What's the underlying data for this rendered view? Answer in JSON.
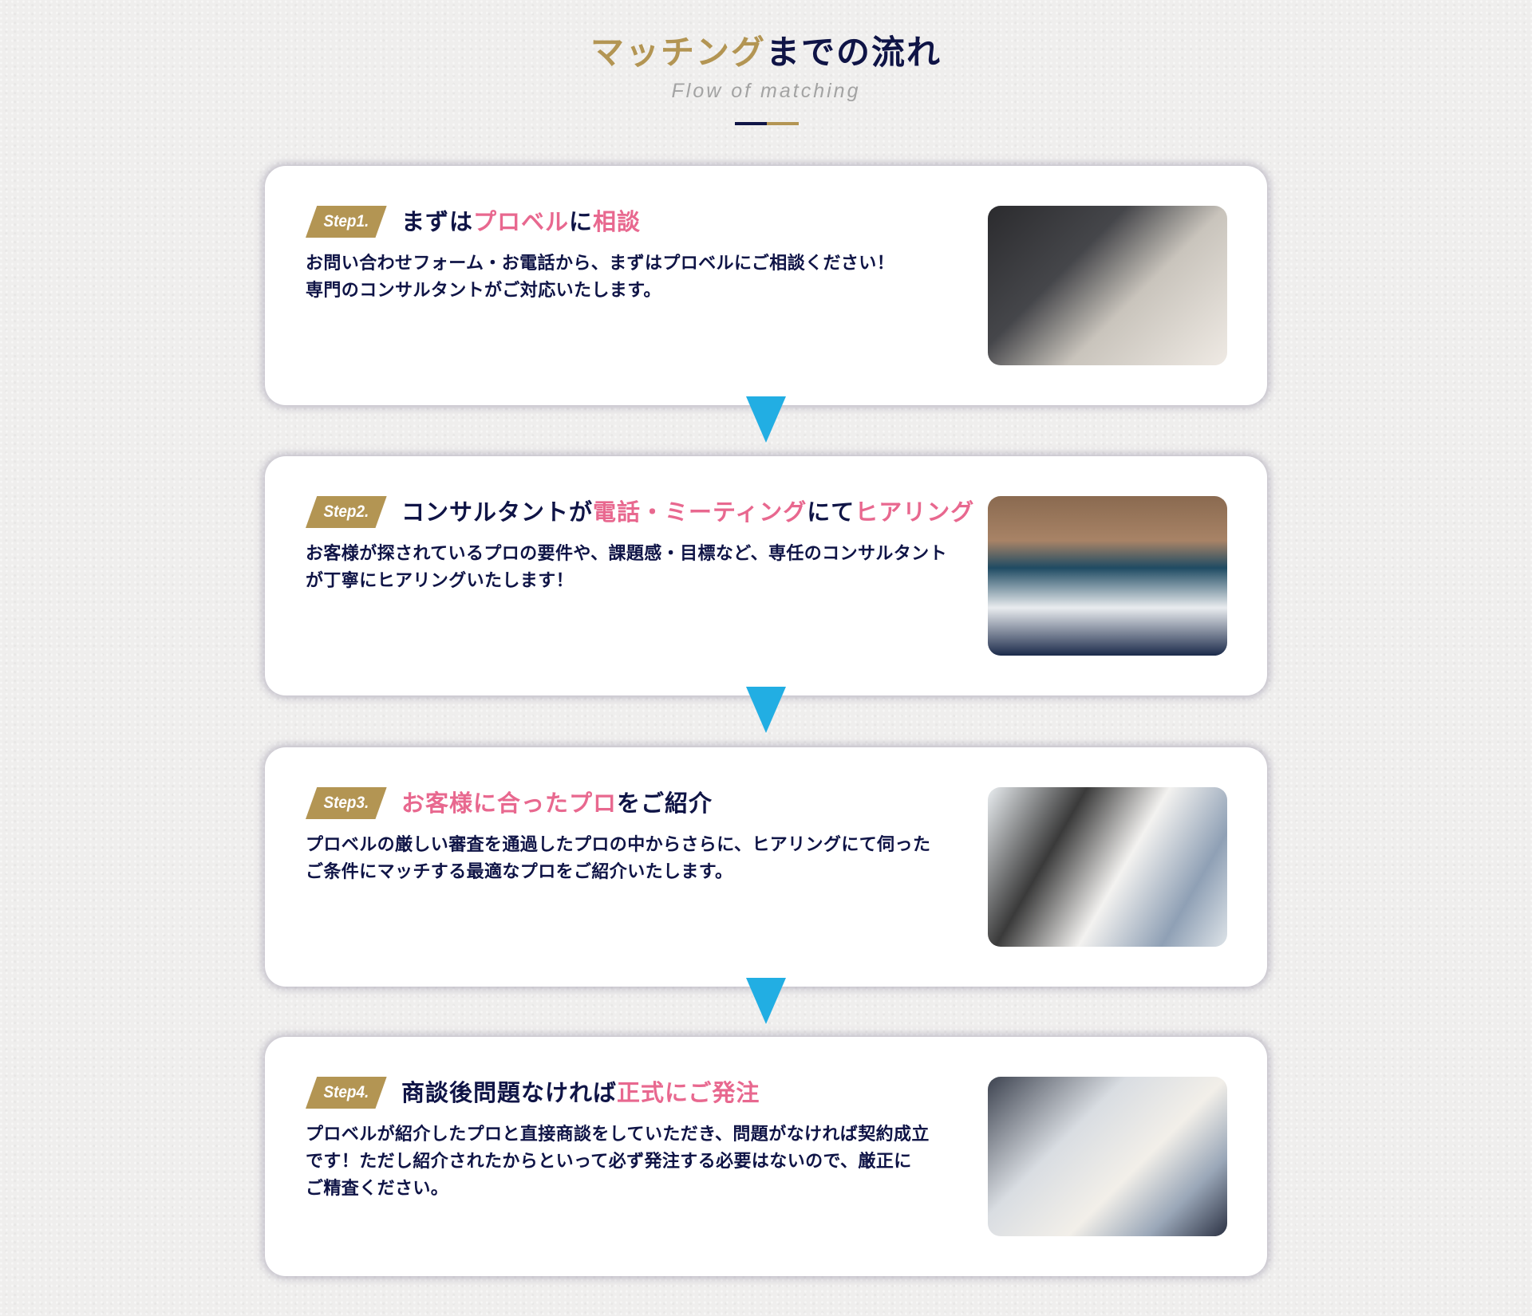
{
  "header": {
    "title_gold": "マッチング",
    "title_navy": "までの流れ",
    "subtitle": "Flow of matching"
  },
  "colors": {
    "navy": "#0f1446",
    "gold": "#b39553",
    "pink": "#e8688f",
    "arrow": "#22aee3"
  },
  "steps": [
    {
      "badge": "Step1.",
      "heading": [
        {
          "t": "まずは",
          "c": "navy"
        },
        {
          "t": "プロベル",
          "c": "pink"
        },
        {
          "t": "に",
          "c": "navy"
        },
        {
          "t": "相談",
          "c": "pink"
        }
      ],
      "body": [
        "お問い合わせフォーム・お電話から、まずはプロベルにご相談ください！",
        "専門のコンサルタントがご対応いたします。"
      ],
      "photo": "laptop-typing-photo"
    },
    {
      "badge": "Step2.",
      "heading": [
        {
          "t": "コンサルタントが",
          "c": "navy"
        },
        {
          "t": "電話・ミーティング",
          "c": "pink"
        },
        {
          "t": "にて",
          "c": "navy"
        },
        {
          "t": "ヒアリング",
          "c": "pink"
        }
      ],
      "body": [
        "お客様が探されているプロの要件や、課題感・目標など、専任のコンサルタント",
        "が丁寧にヒアリングいたします！"
      ],
      "photo": "consultant-phone-photo"
    },
    {
      "badge": "Step3.",
      "heading": [
        {
          "t": "お客様に合ったプロ",
          "c": "pink"
        },
        {
          "t": "をご紹介",
          "c": "navy"
        }
      ],
      "body": [
        "プロベルの厳しい審査を通過したプロの中からさらに、ヒアリングにて伺った",
        "ご条件にマッチする最適なプロをご紹介いたします。"
      ],
      "photo": "team-meeting-photo"
    },
    {
      "badge": "Step4.",
      "heading": [
        {
          "t": "商談後問題なければ",
          "c": "navy"
        },
        {
          "t": "正式にご発注",
          "c": "pink"
        }
      ],
      "body": [
        "プロベルが紹介したプロと直接商談をしていただき、問題がなければ契約成立",
        "です！ただし紹介されたからといって必ず発注する必要はないので、厳正に",
        "ご精査ください。"
      ],
      "photo": "handshake-photo"
    }
  ]
}
